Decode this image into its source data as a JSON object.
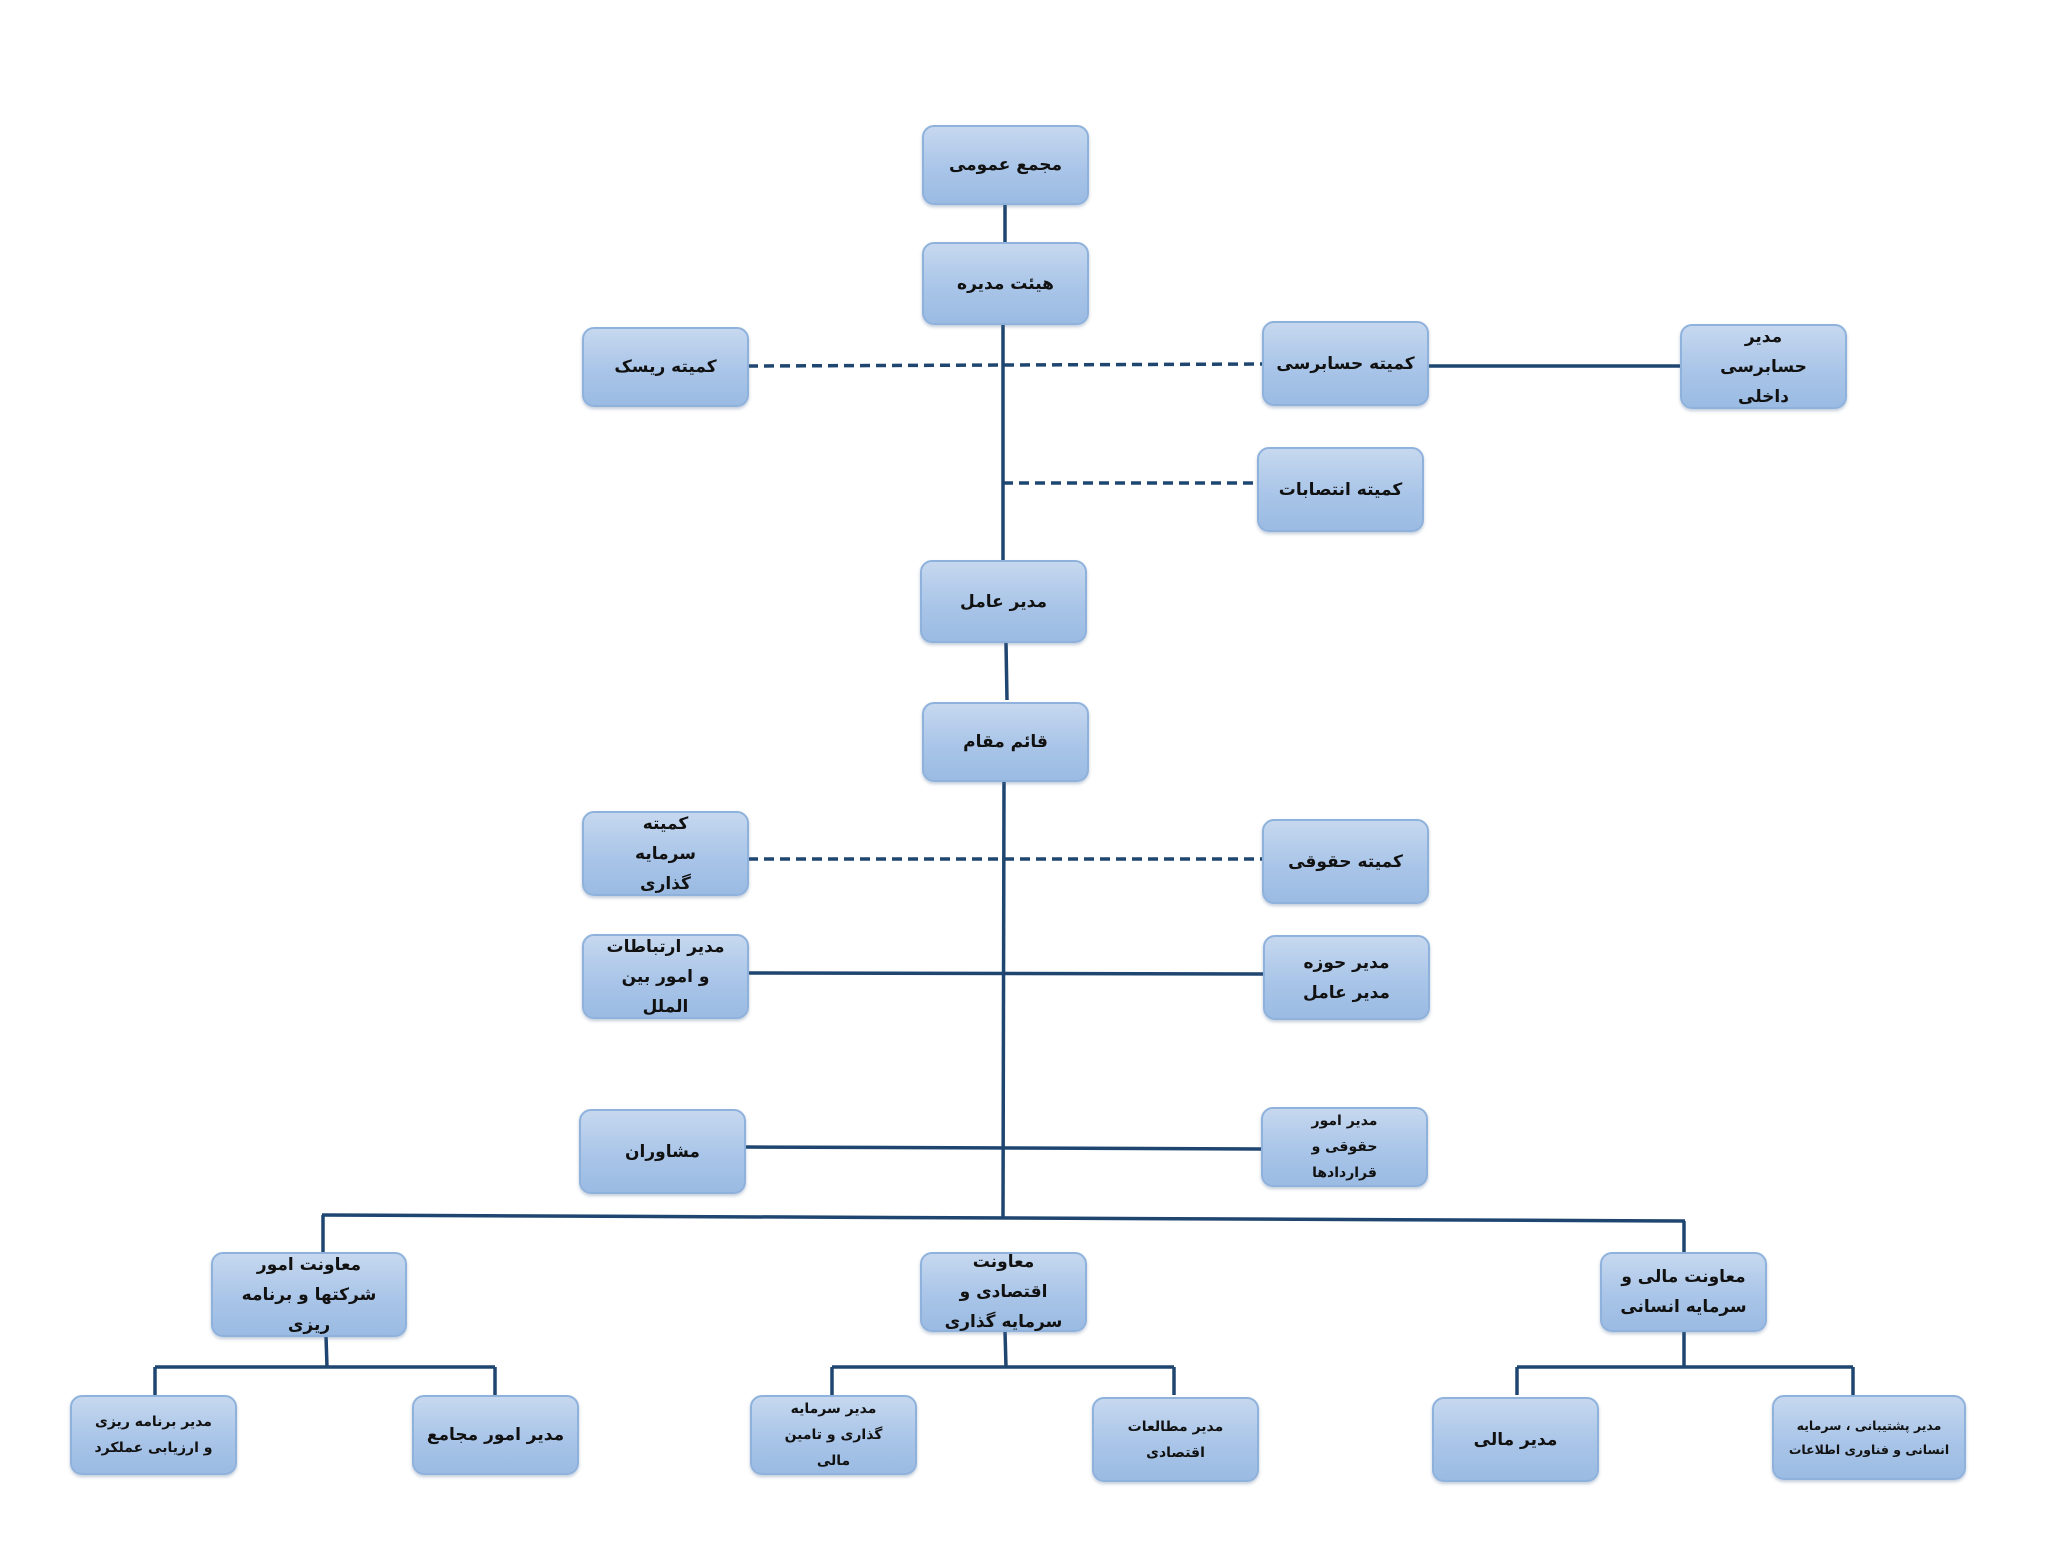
{
  "nodes": {
    "general_assembly": "مجمع عمومی",
    "board": "هیئت مدیره",
    "risk_committee": "کمیته  ریسک",
    "audit_committee": "کمیته حسابرسی",
    "internal_audit_manager": "مدیر حسابرسی داخلی",
    "appointments_committee": "کمیته انتصابات",
    "ceo": "مدیر عامل",
    "deputy": "قائم مقام",
    "investment_committee": "کمیته سرمایه گذاری",
    "legal_committee": "کمیته حقوقی",
    "communications_manager": "مدیر ارتباطات و امور بین الملل",
    "ceo_office_manager": "مدیر حوزه مدیر عامل",
    "advisors": "مشاوران",
    "legal_contracts_manager": "مدیر امور حقوقی و قراردادها",
    "vp_companies": "معاونت امور شرکتها و برنامه ریزی",
    "vp_economic": "معاونت اقتصادی و سرمایه گذاری",
    "vp_finance": "معاونت مالی و سرمایه انسانی",
    "planning_manager": "مدیر برنامه ریزی و ارزیابی عملکرد",
    "assemblies_manager": "مدیر امور مجامع",
    "investment_finance_manager": "مدیر سرمایه گذاری و تامین مالی",
    "economic_studies_manager": "مدیر مطالعات اقتصادی",
    "finance_manager": "مدیر مالی",
    "support_manager": "مدیر پشتیبانی ، سرمایه انسانی و فناوری اطلاعات"
  },
  "colors": {
    "line": "#1f4670",
    "box_border": "#8fb2dc",
    "box_fill_top": "#c6d8ef",
    "box_fill_bottom": "#9bbbe3"
  }
}
